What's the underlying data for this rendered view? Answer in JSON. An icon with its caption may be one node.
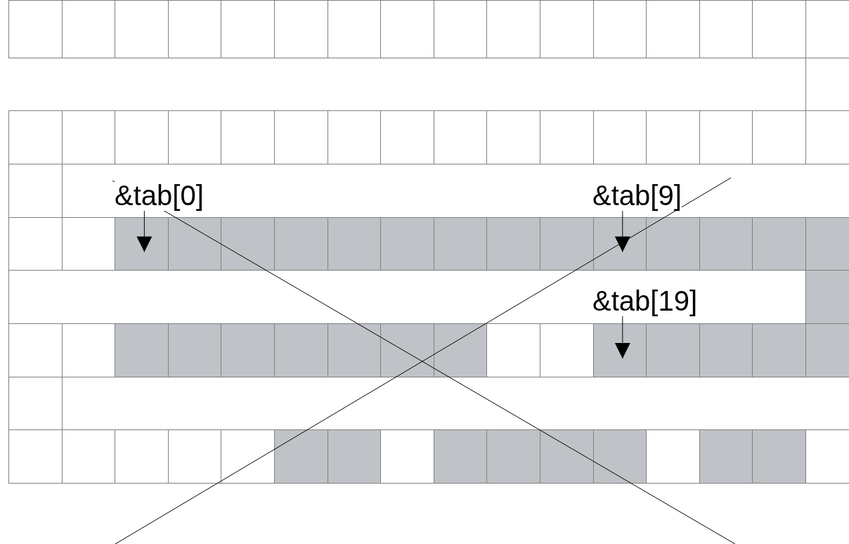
{
  "diagram": {
    "nodes": [
      {
        "text": [
          "&tab[0]"
        ]
      },
      {
        "text": [],
        "shape": "box"
      },
      {
        "text": [
          "&tab[9]"
        ]
      },
      {
        "text": [],
        "shape": "box"
      },
      {
        "text": [
          "&tab[19]"
        ]
      },
      {
        "text": [],
        "shape": "box"
      }
    ],
    "edges": [
      {
        "from": 0,
        "to": 1,
        "arrow": "to"
      },
      {
        "from": 2,
        "to": 3,
        "arrow": "to"
      },
      {
        "from": 4,
        "to": 5,
        "arrow": "to"
      }
    ]
  }
}
